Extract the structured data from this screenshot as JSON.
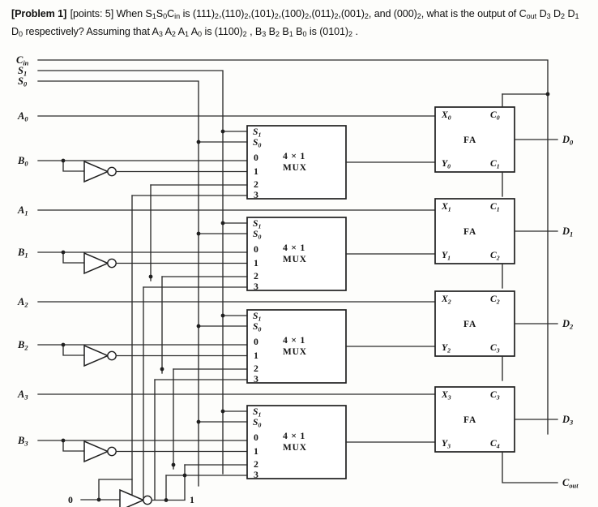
{
  "problem": {
    "tag": "[Problem 1]",
    "points": "[points: 5]",
    "line1_a": "When S",
    "line1_s1": "1",
    "line1_b": "S",
    "line1_s0": "0",
    "line1_c": "C",
    "line1_cin": "in",
    "line1_d": " is (111)",
    "b1": "2",
    "line1_e": ",(110)",
    "b2": "2",
    "line1_f": ",(101)",
    "b3": "2",
    "line1_g": ",(100)",
    "b4": "2",
    "line1_h": ",(011)",
    "b5": "2",
    "line1_i": ",(001)",
    "b6": "2",
    "line1_j": ", and (000)",
    "b7": "2",
    "line1_k": ", what is the",
    "line2_a": "output of C",
    "line2_out": "out",
    "line2_b": " D",
    "line2_d3": "3",
    "line2_c": " D",
    "line2_d2": "2",
    "line2_d": " D",
    "line2_d1": "1",
    "line2_e": " D",
    "line2_d0": "0",
    "line2_f": " respectively?  Assuming that A",
    "line2_a3": "3",
    "line2_g": " A",
    "line2_a2": "2",
    "line2_h": " A",
    "line2_a1": "1",
    "line2_i": " A",
    "line2_a0": "0",
    "line2_j": " is (1100)",
    "b8": "2",
    "line2_k": " , B",
    "line2_b3": "3",
    "line2_l": " B",
    "line2_b2": "2",
    "line2_m": " B",
    "line2_b1": "1",
    "line2_n": " B",
    "line2_b0": "0",
    "line2_o": " is (0101)",
    "b9": "2",
    "line2_p": " ."
  },
  "circuit": {
    "control_inputs": [
      {
        "base": "C",
        "sub": "in"
      },
      {
        "base": "S",
        "sub": "1"
      },
      {
        "base": "S",
        "sub": "0"
      }
    ],
    "data_inputs": [
      {
        "base": "A",
        "sub": "0"
      },
      {
        "base": "B",
        "sub": "0"
      },
      {
        "base": "A",
        "sub": "1"
      },
      {
        "base": "B",
        "sub": "1"
      },
      {
        "base": "A",
        "sub": "2"
      },
      {
        "base": "B",
        "sub": "2"
      },
      {
        "base": "A",
        "sub": "3"
      },
      {
        "base": "B",
        "sub": "3"
      }
    ],
    "const_input_label": "0",
    "const_output_label": "1",
    "mux": {
      "title_line1": "4 × 1",
      "title_line2": "MUX",
      "select_pins": [
        {
          "base": "S",
          "sub": "1"
        },
        {
          "base": "S",
          "sub": "0"
        }
      ],
      "data_pins": [
        "0",
        "1",
        "2",
        "3"
      ],
      "count": 4
    },
    "adders": [
      {
        "name": "FA",
        "x_in": {
          "base": "X",
          "sub": "0"
        },
        "y_in": {
          "base": "Y",
          "sub": "0"
        },
        "c_in": {
          "base": "C",
          "sub": "0"
        },
        "c_out": {
          "base": "C",
          "sub": "1"
        },
        "sum_out": {
          "base": "D",
          "sub": "0"
        }
      },
      {
        "name": "FA",
        "x_in": {
          "base": "X",
          "sub": "1"
        },
        "y_in": {
          "base": "Y",
          "sub": "1"
        },
        "c_in": {
          "base": "C",
          "sub": "1"
        },
        "c_out": {
          "base": "C",
          "sub": "2"
        },
        "sum_out": {
          "base": "D",
          "sub": "1"
        }
      },
      {
        "name": "FA",
        "x_in": {
          "base": "X",
          "sub": "2"
        },
        "y_in": {
          "base": "Y",
          "sub": "2"
        },
        "c_in": {
          "base": "C",
          "sub": "2"
        },
        "c_out": {
          "base": "C",
          "sub": "3"
        },
        "sum_out": {
          "base": "D",
          "sub": "2"
        }
      },
      {
        "name": "FA",
        "x_in": {
          "base": "X",
          "sub": "3"
        },
        "y_in": {
          "base": "Y",
          "sub": "3"
        },
        "c_in": {
          "base": "C",
          "sub": "3"
        },
        "c_out": {
          "base": "C",
          "sub": "4"
        },
        "sum_out": {
          "base": "D",
          "sub": "3"
        }
      }
    ],
    "final_carry": {
      "base": "C",
      "sub": "out"
    },
    "inverter_count": 5,
    "colors": {
      "wire": "#2b2b2b",
      "box_stroke": "#1f1f1f",
      "box_fill": "#ffffff",
      "text": "#151515",
      "background": "#fdfdfb"
    }
  }
}
